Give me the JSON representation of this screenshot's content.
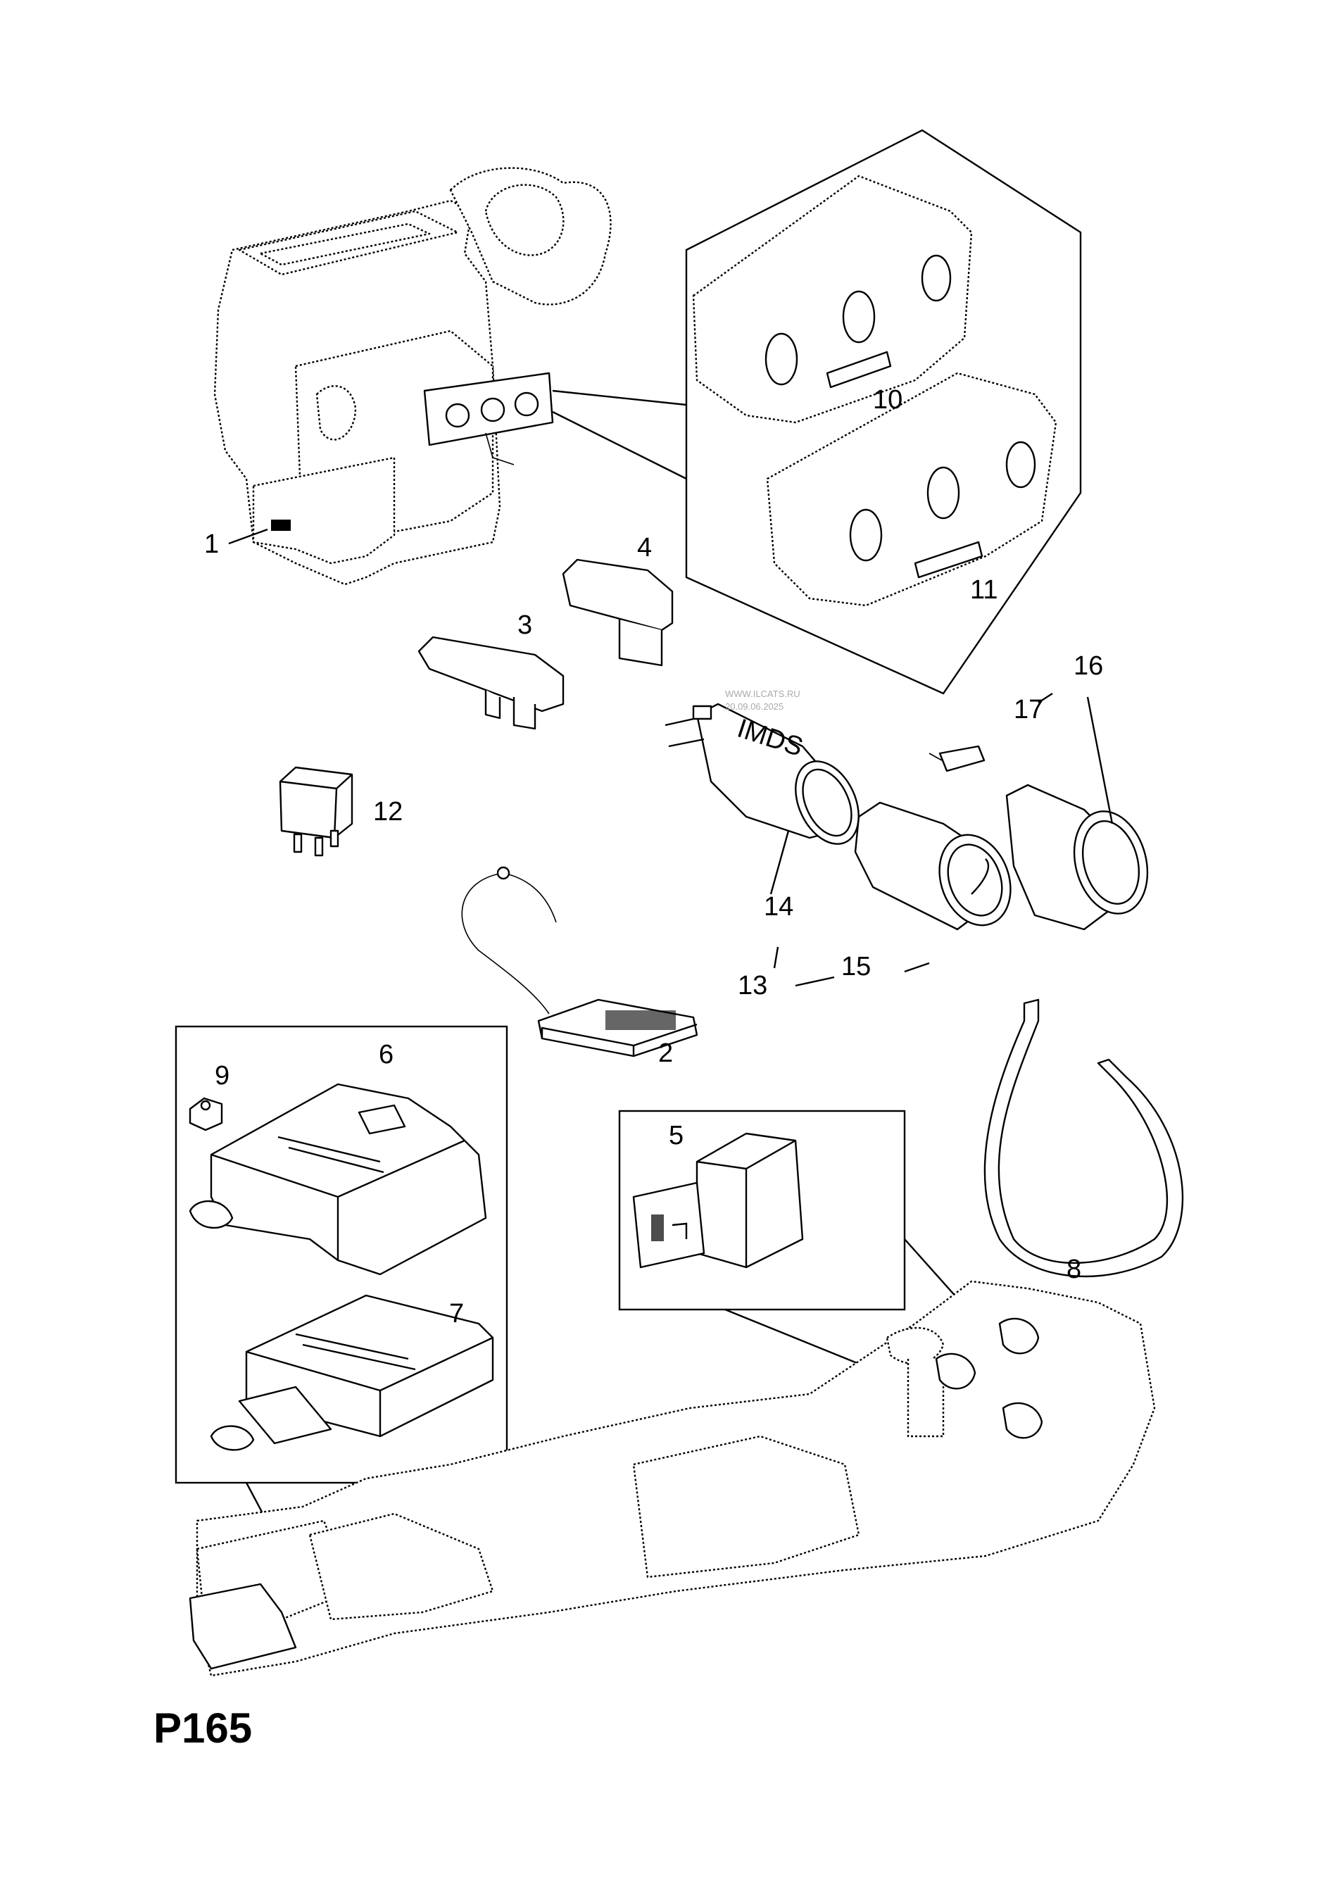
{
  "diagram": {
    "page_code": "P165",
    "watermark": "WWW.ILCATS.RU",
    "watermark_date": "20.09.06.2025",
    "callouts": [
      {
        "id": "1",
        "label": "1"
      },
      {
        "id": "2",
        "label": "2"
      },
      {
        "id": "3",
        "label": "3"
      },
      {
        "id": "4",
        "label": "4"
      },
      {
        "id": "5",
        "label": "5"
      },
      {
        "id": "6",
        "label": "6"
      },
      {
        "id": "7",
        "label": "7"
      },
      {
        "id": "8",
        "label": "8"
      },
      {
        "id": "9",
        "label": "9"
      },
      {
        "id": "10",
        "label": "10"
      },
      {
        "id": "11",
        "label": "11"
      },
      {
        "id": "12",
        "label": "12"
      },
      {
        "id": "13",
        "label": "13"
      },
      {
        "id": "14",
        "label": "14"
      },
      {
        "id": "15",
        "label": "15"
      },
      {
        "id": "16",
        "label": "16"
      },
      {
        "id": "17",
        "label": "17"
      }
    ],
    "socket_marking": "IMDS"
  }
}
